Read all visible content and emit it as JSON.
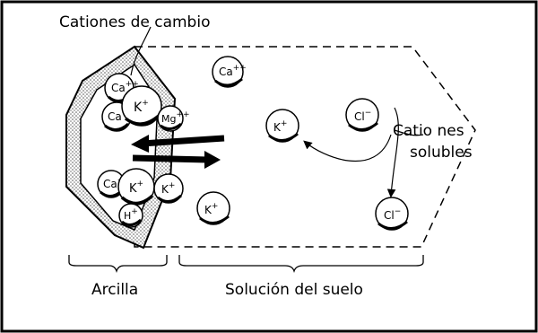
{
  "labels": {
    "exchange_cations": "Cationes de cambio",
    "soluble_line1": "Catio nes",
    "soluble_line2": "solubles",
    "clay": "Arcilla",
    "soil_solution": "Solución del suelo"
  },
  "exchange_ions": [
    {
      "base": "Ca",
      "charge": "++"
    },
    {
      "base": "K",
      "charge": "+"
    },
    {
      "base": "Ca",
      "charge": "++"
    },
    {
      "base": "Mg",
      "charge": "++"
    },
    {
      "base": "Ca",
      "charge": "++"
    },
    {
      "base": "K",
      "charge": "+"
    },
    {
      "base": "K",
      "charge": "+"
    },
    {
      "base": "H",
      "charge": "+"
    }
  ],
  "solution_ions": [
    {
      "base": "Ca",
      "charge": "++"
    },
    {
      "base": "K",
      "charge": "+"
    },
    {
      "base": "K",
      "charge": "+"
    },
    {
      "base": "Cl",
      "charge": "−"
    },
    {
      "base": "Cl",
      "charge": "−"
    }
  ]
}
